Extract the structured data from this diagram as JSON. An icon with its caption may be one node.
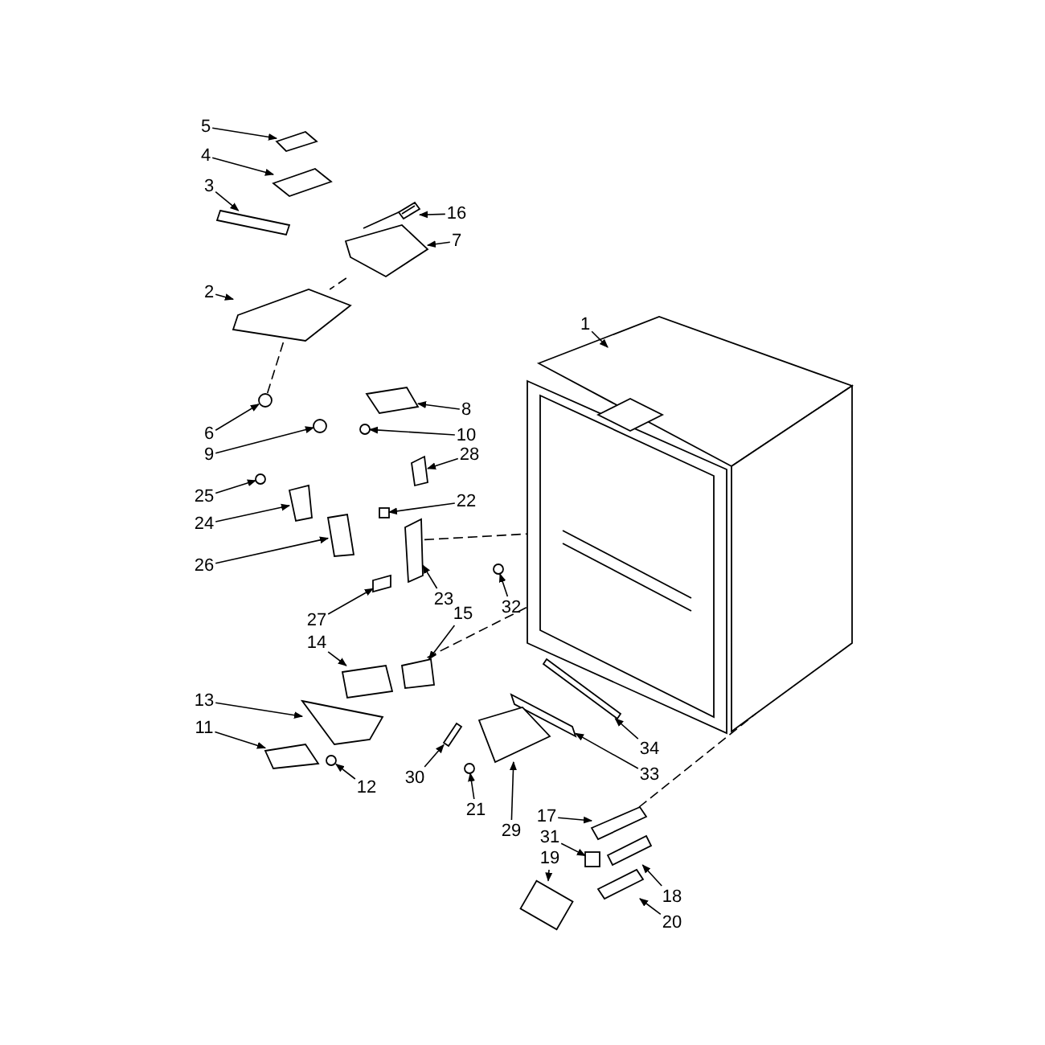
{
  "diagram": {
    "nodes": [
      {
        "text": [
          "5"
        ]
      },
      {
        "text": [
          "4"
        ]
      },
      {
        "text": [
          "3"
        ]
      },
      {
        "text": [
          "16"
        ]
      },
      {
        "text": [
          "7"
        ]
      },
      {
        "text": [
          "2"
        ]
      },
      {
        "text": [
          "1"
        ]
      },
      {
        "text": [
          "6"
        ]
      },
      {
        "text": [
          "8"
        ]
      },
      {
        "text": [
          "9"
        ]
      },
      {
        "text": [
          "10"
        ]
      },
      {
        "text": [
          "28"
        ]
      },
      {
        "text": [
          "25"
        ]
      },
      {
        "text": [
          "22"
        ]
      },
      {
        "text": [
          "24"
        ]
      },
      {
        "text": [
          "26"
        ]
      },
      {
        "text": [
          "23"
        ]
      },
      {
        "text": [
          "32"
        ]
      },
      {
        "text": [
          "27"
        ]
      },
      {
        "text": [
          "15"
        ]
      },
      {
        "text": [
          "14"
        ]
      },
      {
        "text": [
          "13"
        ]
      },
      {
        "text": [
          "11"
        ]
      },
      {
        "text": [
          "34"
        ]
      },
      {
        "text": [
          "12"
        ]
      },
      {
        "text": [
          "30"
        ]
      },
      {
        "text": [
          "33"
        ]
      },
      {
        "text": [
          "21"
        ]
      },
      {
        "text": [
          "17"
        ]
      },
      {
        "text": [
          "29"
        ]
      },
      {
        "text": [
          "31"
        ]
      },
      {
        "text": [
          "19"
        ]
      },
      {
        "text": [
          "18"
        ]
      },
      {
        "text": [
          "20"
        ]
      },
      {
        "text": [],
        "shape": "box"
      },
      {
        "text": [],
        "shape": "box"
      },
      {
        "text": [],
        "shape": "box"
      },
      {
        "text": [],
        "shape": "picture"
      },
      {
        "text": [],
        "shape": "box"
      },
      {
        "text": [],
        "shape": "box"
      },
      {
        "text": [],
        "shape": "picture"
      },
      {
        "text": [],
        "shape": "circle"
      },
      {
        "text": [],
        "shape": "box"
      },
      {
        "text": [],
        "shape": "circle"
      },
      {
        "text": [],
        "shape": "circle"
      },
      {
        "text": [],
        "shape": "box"
      },
      {
        "text": [],
        "shape": "circle"
      },
      {
        "text": [],
        "shape": "box"
      },
      {
        "text": [],
        "shape": "box"
      },
      {
        "text": [],
        "shape": "box"
      },
      {
        "text": [],
        "shape": "box"
      },
      {
        "text": [],
        "shape": "circle"
      },
      {
        "text": [],
        "shape": "box"
      },
      {
        "text": [],
        "shape": "box"
      },
      {
        "text": [],
        "shape": "box"
      },
      {
        "text": [],
        "shape": "box"
      },
      {
        "text": [],
        "shape": "box"
      },
      {
        "text": [],
        "shape": "box"
      },
      {
        "text": [],
        "shape": "circle"
      },
      {
        "text": [],
        "shape": "box"
      },
      {
        "text": [],
        "shape": "box"
      },
      {
        "text": [],
        "shape": "circle"
      },
      {
        "text": [],
        "shape": "box"
      },
      {
        "text": [],
        "shape": "box"
      },
      {
        "text": [],
        "shape": "box"
      },
      {
        "text": [],
        "shape": "box"
      },
      {
        "text": [],
        "shape": "box"
      },
      {
        "text": [],
        "shape": "box"
      }
    ],
    "edges": [
      {
        "from": 0,
        "to": 34,
        "arrow": "to"
      },
      {
        "from": 1,
        "to": 35,
        "arrow": "to"
      },
      {
        "from": 2,
        "to": 36,
        "arrow": "to"
      },
      {
        "from": 3,
        "to": 37,
        "arrow": "to"
      },
      {
        "from": 4,
        "to": 38,
        "arrow": "to"
      },
      {
        "from": 5,
        "to": 39,
        "arrow": "to"
      },
      {
        "from": 6,
        "to": 40,
        "arrow": "to"
      },
      {
        "from": 7,
        "to": 41,
        "arrow": "to"
      },
      {
        "from": 8,
        "to": 42,
        "arrow": "to"
      },
      {
        "from": 9,
        "to": 43,
        "arrow": "to"
      },
      {
        "from": 10,
        "to": 44,
        "arrow": "to"
      },
      {
        "from": 11,
        "to": 45,
        "arrow": "to"
      },
      {
        "from": 12,
        "to": 46,
        "arrow": "to"
      },
      {
        "from": 13,
        "to": 47,
        "arrow": "to"
      },
      {
        "from": 14,
        "to": 48,
        "arrow": "to"
      },
      {
        "from": 15,
        "to": 49,
        "arrow": "to"
      },
      {
        "from": 16,
        "to": 50,
        "arrow": "to"
      },
      {
        "from": 17,
        "to": 51,
        "arrow": "to"
      },
      {
        "from": 18,
        "to": 52,
        "arrow": "to"
      },
      {
        "from": 19,
        "to": 53,
        "arrow": "to"
      },
      {
        "from": 20,
        "to": 54,
        "arrow": "to"
      },
      {
        "from": 21,
        "to": 55,
        "arrow": "to"
      },
      {
        "from": 22,
        "to": 56,
        "arrow": "to"
      },
      {
        "from": 23,
        "to": 57,
        "arrow": "to"
      },
      {
        "from": 24,
        "to": 58,
        "arrow": "to"
      },
      {
        "from": 25,
        "to": 59,
        "arrow": "to"
      },
      {
        "from": 26,
        "to": 60,
        "arrow": "to"
      },
      {
        "from": 27,
        "to": 61,
        "arrow": "to"
      },
      {
        "from": 28,
        "to": 62,
        "arrow": "to"
      },
      {
        "from": 29,
        "to": 63,
        "arrow": "to"
      },
      {
        "from": 30,
        "to": 64,
        "arrow": "to"
      },
      {
        "from": 31,
        "to": 65,
        "arrow": "to"
      },
      {
        "from": 32,
        "to": 66,
        "arrow": "to"
      },
      {
        "from": 33,
        "to": 67,
        "arrow": "to"
      },
      {
        "from": 38,
        "to": 39,
        "arrow": "none",
        "style": "dashed"
      },
      {
        "from": 39,
        "to": 41,
        "arrow": "none",
        "style": "dashed"
      },
      {
        "from": 50,
        "to": 40,
        "arrow": "none",
        "style": "dashed"
      },
      {
        "from": 53,
        "to": 40,
        "arrow": "none",
        "style": "dashed"
      },
      {
        "from": 62,
        "to": 40,
        "arrow": "none",
        "style": "dashed"
      }
    ]
  }
}
